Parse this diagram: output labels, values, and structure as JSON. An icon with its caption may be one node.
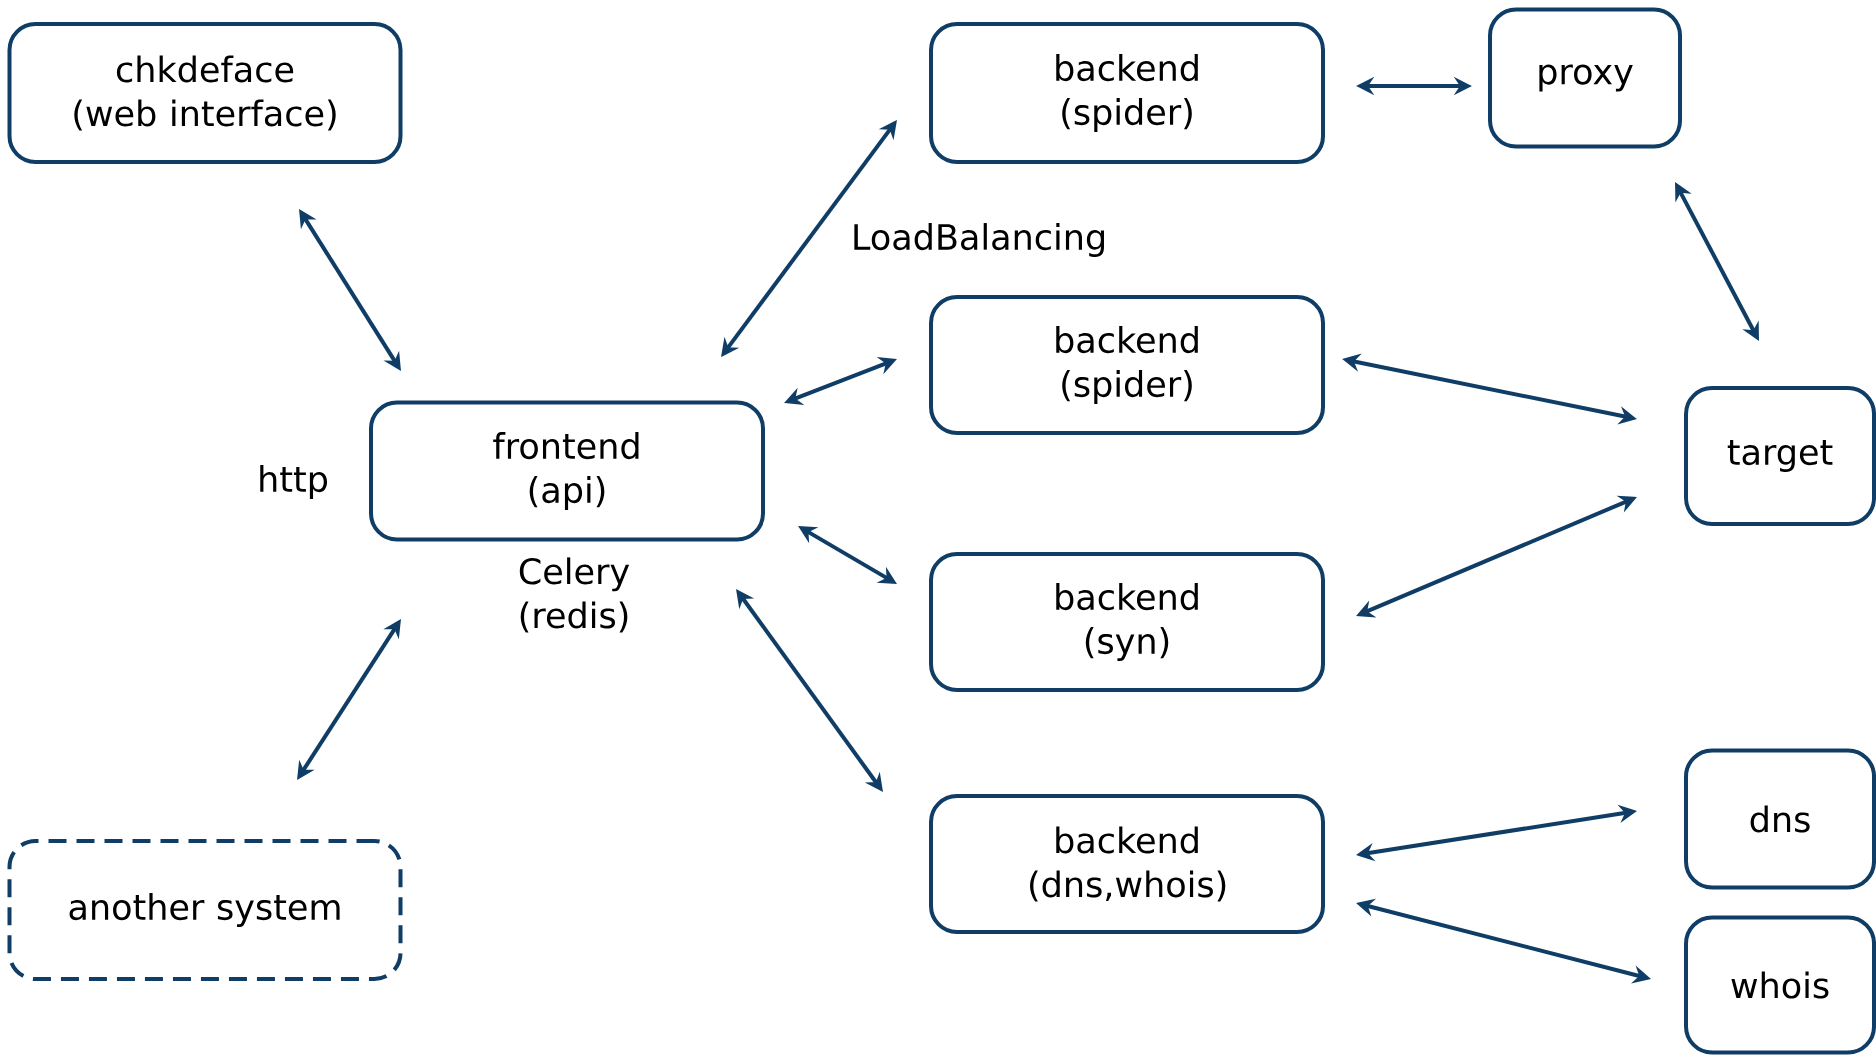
{
  "diagram": {
    "nodes": [
      {
        "text": [
          "chkdeface (web interface)"
        ]
      },
      {
        "text": [
          "frontend (api)"
        ]
      },
      {
        "text": [
          "another system"
        ]
      },
      {
        "text": [
          "backend (spider)"
        ]
      },
      {
        "text": [
          "proxy"
        ]
      },
      {
        "text": [
          "backend (spider)"
        ]
      },
      {
        "text": [
          "target"
        ]
      },
      {
        "text": [
          "backend (syn)"
        ]
      },
      {
        "text": [
          "backend (dns,whois)"
        ]
      },
      {
        "text": [
          "dns"
        ]
      },
      {
        "text": [
          "whois"
        ]
      }
    ],
    "edges": [
      {
        "from": 0,
        "to": 1,
        "arrow": "both"
      },
      {
        "from": 2,
        "to": 1,
        "arrow": "both"
      },
      {
        "from": 1,
        "to": 3,
        "arrow": "both"
      },
      {
        "from": 1,
        "to": 5,
        "arrow": "both"
      },
      {
        "from": 1,
        "to": 7,
        "arrow": "both"
      },
      {
        "from": 1,
        "to": 8,
        "arrow": "both"
      },
      {
        "from": 3,
        "to": 4,
        "arrow": "both"
      },
      {
        "from": 4,
        "to": 6,
        "arrow": "both"
      },
      {
        "from": 5,
        "to": 6,
        "arrow": "both"
      },
      {
        "from": 7,
        "to": 6,
        "arrow": "both"
      },
      {
        "from": 8,
        "to": 9,
        "arrow": "both"
      },
      {
        "from": 8,
        "to": 10,
        "arrow": "both"
      }
    ],
    "labels": [
      "http",
      "LoadBalancing",
      "Celery (redis)"
    ]
  }
}
